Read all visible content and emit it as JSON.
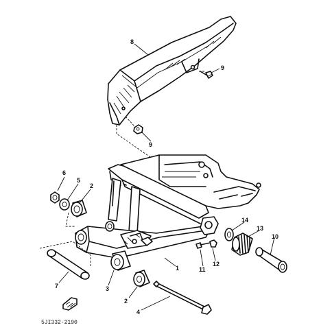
{
  "diagram": {
    "part_code": "5JI332-2190",
    "callouts": {
      "c1": "1",
      "c2a": "2",
      "c2b": "2",
      "c3": "3",
      "c4": "4",
      "c5": "5",
      "c6": "6",
      "c7": "7",
      "c8": "8",
      "c9a": "9",
      "c9b": "9",
      "c10": "10",
      "c11": "11",
      "c12": "12",
      "c13": "13",
      "c14": "14"
    }
  }
}
